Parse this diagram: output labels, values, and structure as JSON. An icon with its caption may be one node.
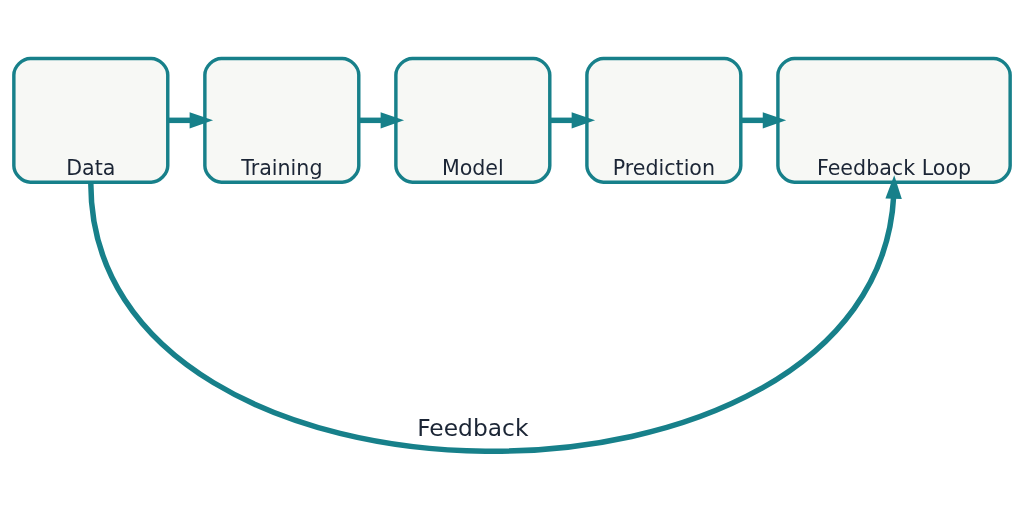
{
  "diagram": {
    "nodes": [
      {
        "text": [
          "Data"
        ]
      },
      {
        "text": [
          "Training"
        ]
      },
      {
        "text": [
          "Model"
        ]
      },
      {
        "text": [
          "Prediction"
        ]
      },
      {
        "text": [
          "Feedback Loop"
        ]
      }
    ],
    "edges": [
      {
        "from": 0,
        "to": 1,
        "arrow": "to"
      },
      {
        "from": 1,
        "to": 2,
        "arrow": "to"
      },
      {
        "from": 2,
        "to": 3,
        "arrow": "to"
      },
      {
        "from": 3,
        "to": 4,
        "arrow": "to"
      },
      {
        "from": 0,
        "to": 4,
        "arrow": "to",
        "label": "Feedback"
      }
    ]
  }
}
